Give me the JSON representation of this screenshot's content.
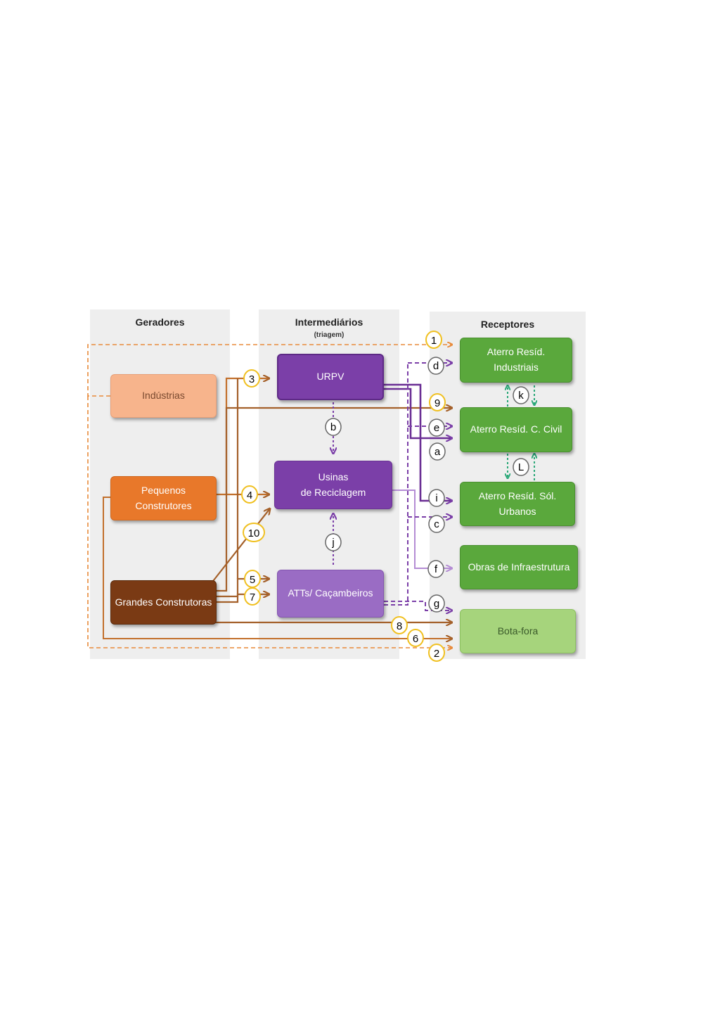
{
  "columns": {
    "generators": "Geradores",
    "intermediaries": "Intermediários",
    "intermediaries_sub": "(triagem)",
    "receivers": "Receptores"
  },
  "boxes": {
    "industrias": "Indústrias",
    "pequenos": "Pequenos\nConstrutores",
    "grandes": "Grandes Construtoras",
    "urpv": "URPV",
    "usinas": "Usinas\nde Reciclagem",
    "atts": "ATTs/ Caçambeiros",
    "aterro_ind": "Aterro Resíd.\nIndustriais",
    "aterro_cc": "Aterro Resíd.  C. Civil",
    "aterro_su": "Aterro Resíd. Sól.\nUrbanos",
    "obras": "Obras de Infraestrutura",
    "bota_fora": "Bota-fora"
  },
  "badges": {
    "n1": "1",
    "n2": "2",
    "n3": "3",
    "n4": "4",
    "n5": "5",
    "n6": "6",
    "n7": "7",
    "n8": "8",
    "n9": "9",
    "n10": "10",
    "a": "a",
    "b": "b",
    "c": "c",
    "d": "d",
    "e": "e",
    "f": "f",
    "g": "g",
    "i": "i",
    "j": "j",
    "k": "k",
    "L": "L"
  },
  "colors": {
    "industrias": "#f7b48c",
    "pequenos": "#e8782a",
    "grandes": "#7a3a14",
    "purple": "#7b3fa8",
    "atts": "#9a6cc4",
    "green": "#5aa83c",
    "light_green": "#a6d47c",
    "orange_line": "#e88a3a",
    "brown_line": "#a4602a",
    "purple_line": "#7b3fa8",
    "lavender_line": "#b48cd4",
    "teal_line": "#2aa878",
    "badge_ring": "#f0c020"
  }
}
